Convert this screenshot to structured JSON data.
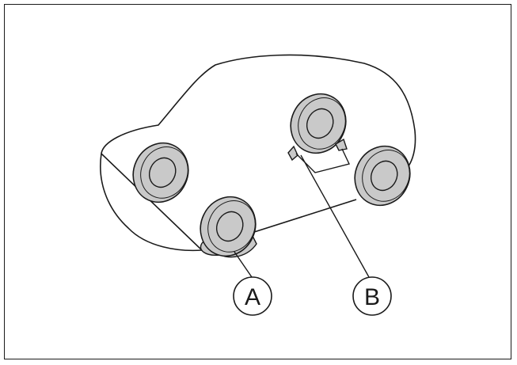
{
  "figure": {
    "labels": [
      {
        "id": "A",
        "text": "A"
      },
      {
        "id": "B",
        "text": "B"
      }
    ]
  },
  "colors": {
    "line": "#1a1a1a",
    "tire_fill": "#c9c9c9",
    "background": "#ffffff"
  }
}
